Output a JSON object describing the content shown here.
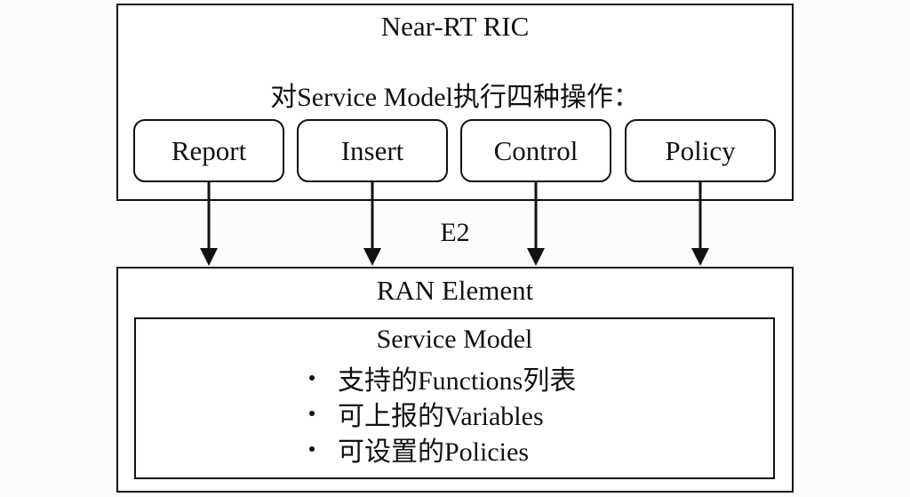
{
  "near_rt_ric": {
    "title": "Near-RT RIC",
    "subtitle": "对Service Model执行四种操作：",
    "operations": [
      "Report",
      "Insert",
      "Control",
      "Policy"
    ]
  },
  "interface_label": "E2",
  "ran_element": {
    "title": "RAN Element",
    "service_model": {
      "title": "Service Model",
      "items": [
        "支持的Functions列表",
        "可上报的Variables",
        "可设置的Policies"
      ]
    }
  }
}
